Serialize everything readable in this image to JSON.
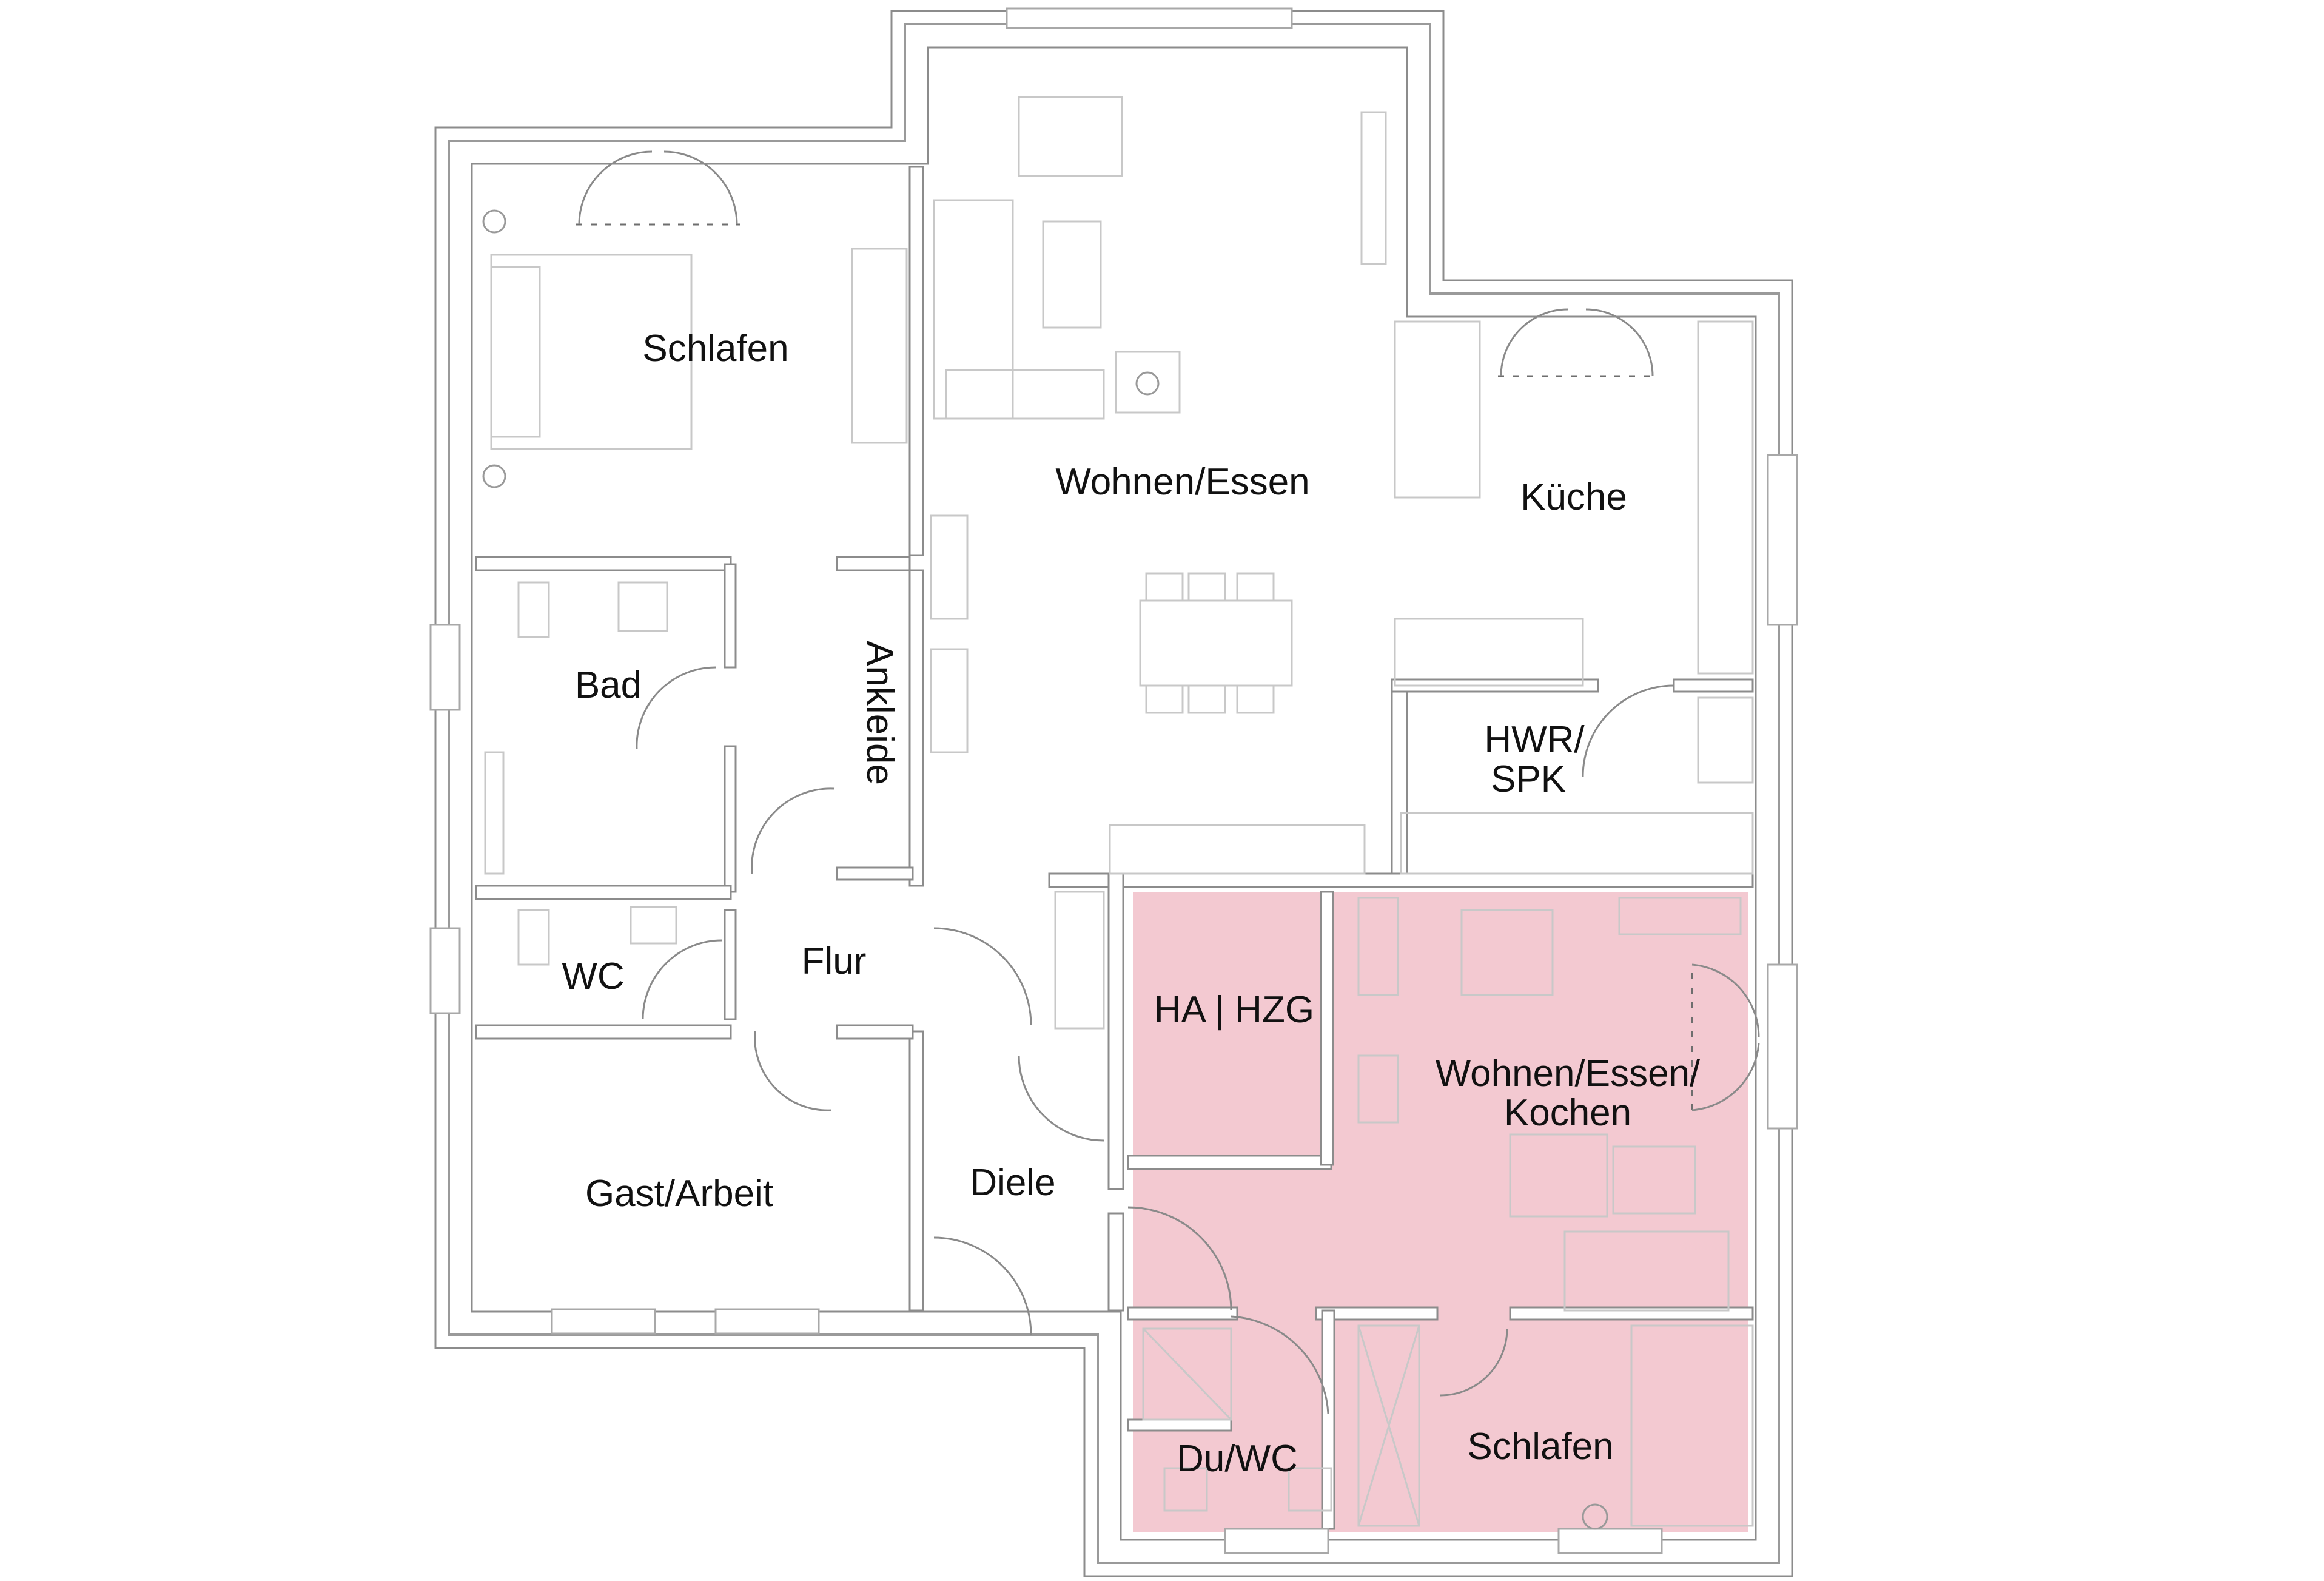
{
  "floor_plan": {
    "colors": {
      "wall_outline": "#8c8c8c",
      "furniture": "#c8c8c8",
      "apartment_highlight": "#f3c9d1",
      "label_text": "#111111"
    },
    "rooms": {
      "schlafen_main": "Schlafen",
      "wohnen_essen": "Wohnen/Essen",
      "kueche": "Küche",
      "bad": "Bad",
      "ankleide": "Ankleide",
      "hwr_line1": "HWR/",
      "hwr_line2": "SPK",
      "wc": "WC",
      "flur": "Flur",
      "gast_arbeit": "Gast/Arbeit",
      "diele": "Diele",
      "ha_hzg": "HA | HZG",
      "wek_line1": "Wohnen/Essen/",
      "wek_line2": "Kochen",
      "du_wc": "Du/WC",
      "schlafen_unit": "Schlafen"
    }
  }
}
